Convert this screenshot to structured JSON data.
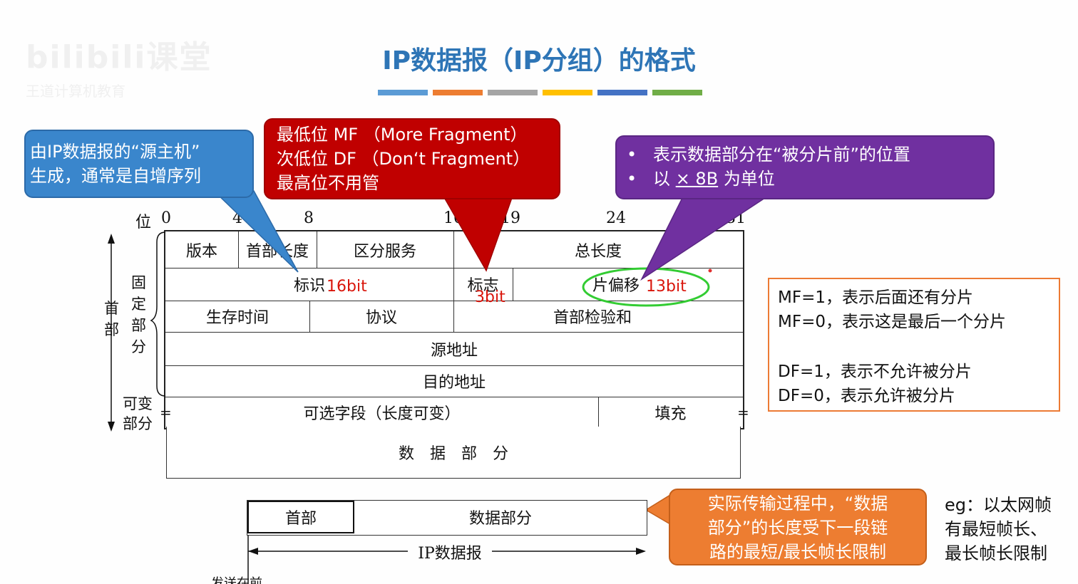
{
  "watermark": {
    "brand": "bilibili课堂",
    "subtitle": "王道计算机教育"
  },
  "title": "IP数据报（IP分组）的格式",
  "colors": {
    "accent_blue": "#2e75b6",
    "orange": "#ed7d31",
    "gray": "#a5a5a5",
    "yellow": "#ffc000",
    "dark_blue": "#4472c4",
    "green": "#70ad47",
    "callout_blue": "#3a86cc",
    "callout_red": "#c00000",
    "callout_purple": "#7030a0",
    "callout_orange": "#ed7d31",
    "annotation_red": "#d9150b",
    "highlight_green": "#33cc33"
  },
  "callouts": {
    "blue": {
      "lines": [
        "由IP数据报的“源主机”",
        "生成，通常是自增序列"
      ]
    },
    "red": {
      "lines": [
        "最低位 MF （More Fragment）",
        "次低位 DF （Don‘t Fragment）",
        "最高位不用管"
      ]
    },
    "purple": {
      "bullets": [
        "表示数据部分在“被分片前”的位置"
      ],
      "bullet2_prefix": "以",
      "bullet2_value": "× 8B",
      "bullet2_suffix": "为单位"
    },
    "orange": {
      "lines": [
        "实际传输过程中，“数据",
        "部分”的长度受下一段链",
        "路的最短/最长帧长限制"
      ]
    }
  },
  "bit_axis": {
    "prefix": "位",
    "labels": [
      "0",
      "4",
      "8",
      "16",
      "19",
      "24",
      "31"
    ]
  },
  "header_table": {
    "row1": [
      "版本",
      "首部长度",
      "区分服务",
      "总长度"
    ],
    "row2": [
      "标识",
      "标志",
      "片偏移"
    ],
    "row3": [
      "生存时间",
      "协议",
      "首部检验和"
    ],
    "row4": "源地址",
    "row5": "目的地址",
    "row6": [
      "可选字段（长度可变）",
      "填充"
    ],
    "data_row": "数　据　部　分"
  },
  "annotations": {
    "id_bits": "16bit",
    "flag_bits": "3bit",
    "offset_bits": "13bit"
  },
  "side_labels": {
    "header": "首部",
    "fixed": "固定部分",
    "variable_top": "可变",
    "variable_bottom": "部分",
    "fill_mark": "="
  },
  "packet": {
    "header": "首部",
    "data": "数据部分",
    "total": "IP数据报",
    "bottom_cut": "发送在前"
  },
  "notes": [
    "MF=1，表示后面还有分片",
    "MF=0，表示这是最后一个分片",
    "DF=1，表示不允许被分片",
    "DF=0，表示允许被分片"
  ],
  "example": [
    "eg：以太网帧",
    "有最短帧长、",
    "最长帧长限制"
  ]
}
